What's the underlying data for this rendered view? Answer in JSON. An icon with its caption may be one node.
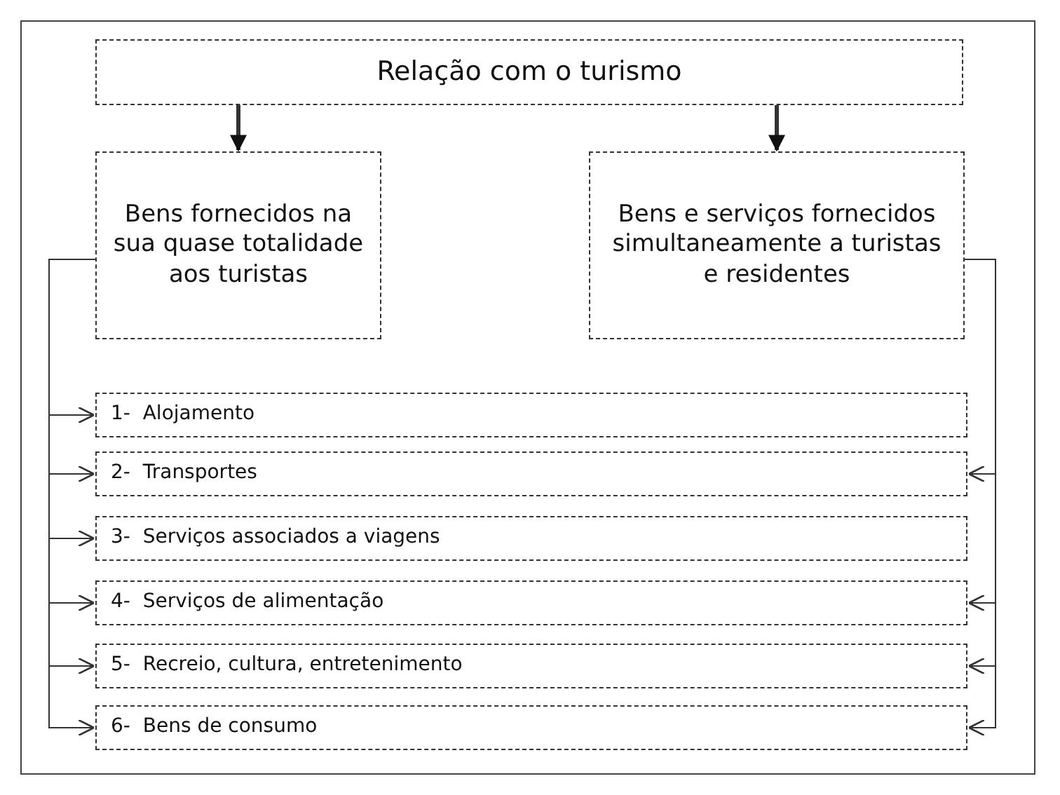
{
  "diagram": {
    "nodes": [
      {
        "text": [
          "Relação com o turismo"
        ]
      },
      {
        "text": [
          "Bens fornecidos na sua quase totalidade aos turistas"
        ]
      },
      {
        "text": [
          "Bens e serviços fornecidos simultaneamente a turistas e residentes"
        ]
      },
      {
        "text": [
          "1-  Alojamento"
        ]
      },
      {
        "text": [
          "2-  Transportes"
        ]
      },
      {
        "text": [
          "3-  Serviços associados a viagens"
        ]
      },
      {
        "text": [
          "4-  Serviços de alimentação"
        ]
      },
      {
        "text": [
          "5-  Recreio, cultura, entretenimento"
        ]
      },
      {
        "text": [
          "6-  Bens de consumo"
        ]
      }
    ],
    "edges": [
      {
        "from": 0,
        "to": 1,
        "arrow": "to",
        "style": "thick"
      },
      {
        "from": 0,
        "to": 2,
        "arrow": "to",
        "style": "thick"
      },
      {
        "from": 1,
        "to": 3,
        "arrow": "to"
      },
      {
        "from": 1,
        "to": 4,
        "arrow": "to"
      },
      {
        "from": 1,
        "to": 5,
        "arrow": "to"
      },
      {
        "from": 1,
        "to": 6,
        "arrow": "to"
      },
      {
        "from": 1,
        "to": 7,
        "arrow": "to"
      },
      {
        "from": 1,
        "to": 8,
        "arrow": "to"
      },
      {
        "from": 2,
        "to": 4,
        "arrow": "to"
      },
      {
        "from": 2,
        "to": 6,
        "arrow": "to"
      },
      {
        "from": 2,
        "to": 7,
        "arrow": "to"
      },
      {
        "from": 2,
        "to": 8,
        "arrow": "to"
      }
    ]
  }
}
